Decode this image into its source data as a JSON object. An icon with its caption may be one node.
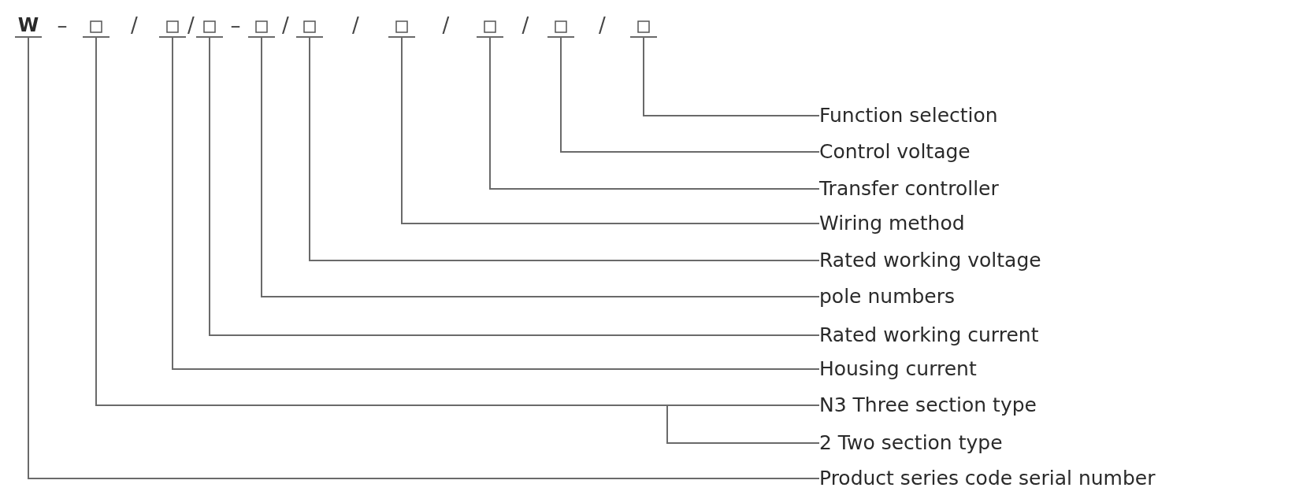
{
  "diagram": {
    "nodes": [
      {
        "text": [
          "W"
        ]
      },
      {
        "text": [],
        "shape": "box"
      },
      {
        "text": [],
        "shape": "box"
      },
      {
        "text": [],
        "shape": "box"
      },
      {
        "text": [],
        "shape": "box"
      },
      {
        "text": [],
        "shape": "box"
      },
      {
        "text": [],
        "shape": "box"
      },
      {
        "text": [],
        "shape": "box"
      },
      {
        "text": [],
        "shape": "box"
      },
      {
        "text": [],
        "shape": "box"
      },
      {
        "text": [
          "Function selection"
        ]
      },
      {
        "text": [
          "Control voltage"
        ]
      },
      {
        "text": [
          "Transfer controller"
        ]
      },
      {
        "text": [
          "Wiring method"
        ]
      },
      {
        "text": [
          "Rated working voltage"
        ]
      },
      {
        "text": [
          "pole numbers"
        ]
      },
      {
        "text": [
          "Rated working current"
        ]
      },
      {
        "text": [
          "Housing current"
        ]
      },
      {
        "text": [
          "N3 Three section type"
        ]
      },
      {
        "text": [
          "2 Two section type"
        ]
      },
      {
        "text": [
          "Product series code serial number"
        ]
      }
    ],
    "edges": [
      {
        "from": 0,
        "to": 20,
        "arrow": "none"
      },
      {
        "from": 1,
        "to": 18,
        "arrow": "none"
      },
      {
        "from": 1,
        "to": 19,
        "arrow": "none"
      },
      {
        "from": 2,
        "to": 17,
        "arrow": "none"
      },
      {
        "from": 3,
        "to": 16,
        "arrow": "none"
      },
      {
        "from": 4,
        "to": 15,
        "arrow": "none"
      },
      {
        "from": 5,
        "to": 14,
        "arrow": "none"
      },
      {
        "from": 6,
        "to": 13,
        "arrow": "none"
      },
      {
        "from": 7,
        "to": 12,
        "arrow": "none"
      },
      {
        "from": 8,
        "to": 11,
        "arrow": "none"
      },
      {
        "from": 9,
        "to": 10,
        "arrow": "none"
      }
    ],
    "labels": [
      "–",
      "/",
      "/",
      "–",
      "/",
      "/",
      "/",
      "/",
      "/"
    ]
  }
}
